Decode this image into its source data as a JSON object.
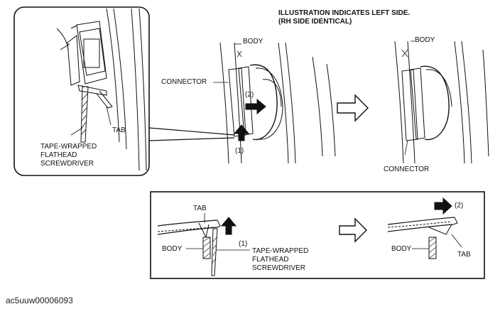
{
  "header": {
    "note_line1": "ILLUSTRATION INDICATES LEFT SIDE.",
    "note_line2": "(RH SIDE IDENTICAL)"
  },
  "inset_top": {
    "tab": "TAB",
    "tool_line1": "TAPE-WRAPPED",
    "tool_line2": "FLATHEAD",
    "tool_line3": "SCREWDRIVER"
  },
  "before_view": {
    "body": "BODY",
    "connector": "CONNECTOR",
    "step1": "(1)",
    "step2": "(2)"
  },
  "after_view": {
    "body": "BODY",
    "connector": "CONNECTOR"
  },
  "detail_left": {
    "tab": "TAB",
    "body": "BODY",
    "step1": "(1)",
    "tool_line1": "TAPE-WRAPPED",
    "tool_line2": "FLATHEAD",
    "tool_line3": "SCREWDRIVER"
  },
  "detail_right": {
    "step2": "(2)",
    "body": "BODY",
    "tab": "TAB"
  },
  "figure_id": "ac5uuw00006093"
}
